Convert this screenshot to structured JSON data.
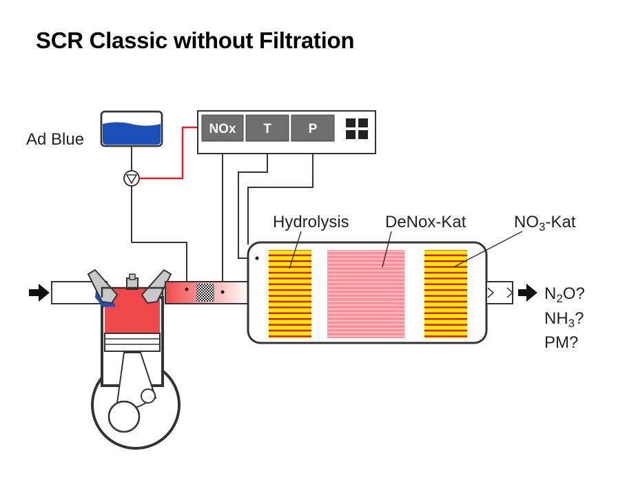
{
  "title": "SCR Classic without Filtration",
  "tank_label": "Ad Blue",
  "control_unit": {
    "buttons": [
      "NOx",
      "T",
      "P"
    ]
  },
  "catalyst_labels": {
    "hydrolysis": "Hydrolysis",
    "denox": "DeNox-Kat",
    "no3_prefix": "NO",
    "no3_sub": "3",
    "no3_suffix": "-Kat"
  },
  "outputs": {
    "n2o_prefix": "N",
    "n2o_sub": "2",
    "n2o_suffix": "O?",
    "nh3_prefix": "NH",
    "nh3_sub": "3",
    "nh3_suffix": "?",
    "pm": "PM?"
  },
  "colors": {
    "adblue": "#1d4fb8",
    "signal_line": "#e02020",
    "combustion": "#f04848",
    "hydrolysis_fill": "#f6e600",
    "hydrolysis_line": "#d01818",
    "denox_fill": "#ff9aa0",
    "control_button": "#6e6e6e"
  }
}
